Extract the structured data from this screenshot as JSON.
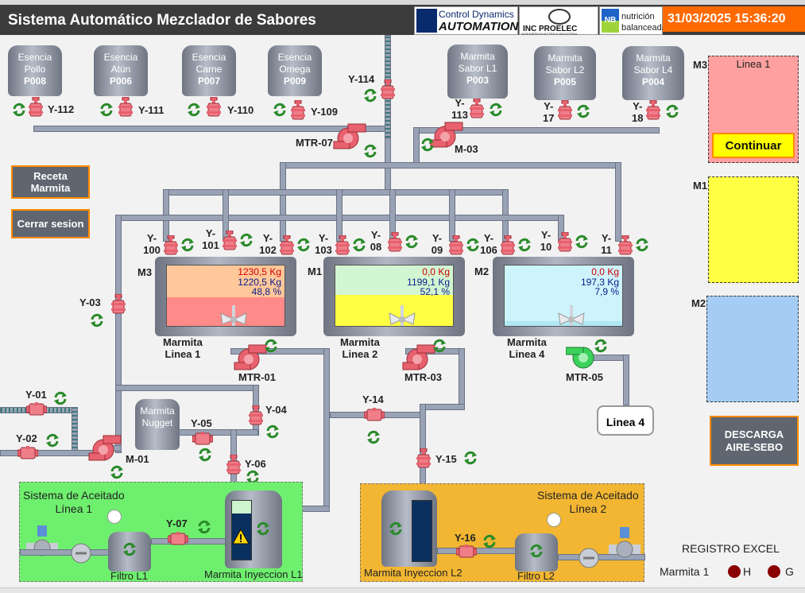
{
  "app": {
    "window_title": "SIMATIC WinCC Runtime Advanced",
    "header_title": "Sistema Automático Mezclador de Sabores",
    "datetime": "31/03/2025 15:36:20"
  },
  "logos": {
    "cd_line1": "Control Dynamics",
    "cd_line2": "AUTOMATION",
    "inc_line1": "INC PROELEC",
    "inc_line2": "INGENIERIA ELECTRICA INDUSTRIAL",
    "nb_line1": "nutrición",
    "nb_line2": "balanceada",
    "nb_mark": "NB"
  },
  "essence_tanks": [
    {
      "line1": "Esencia",
      "line2": "Pollo",
      "code": "P008",
      "valve": "Y-112"
    },
    {
      "line1": "Esencia",
      "line2": "Atún",
      "code": "P006",
      "valve": "Y-111"
    },
    {
      "line1": "Esencia",
      "line2": "Carne",
      "code": "P007",
      "valve": "Y-110"
    },
    {
      "line1": "Esencia",
      "line2": "Omega",
      "code": "P009",
      "valve": "Y-109"
    }
  ],
  "flavor_tanks": [
    {
      "line1": "Marmita",
      "line2": "Sabor L1",
      "code": "P003",
      "valve_a": "Y-",
      "valve_b": "113"
    },
    {
      "line1": "Marmita",
      "line2": "Sabor L2",
      "code": "P005",
      "valve_a": "Y-",
      "valve_b": "17"
    },
    {
      "line1": "Marmita",
      "line2": "Sabor L4",
      "code": "P004",
      "valve_a": "Y-",
      "valve_b": "18"
    }
  ],
  "valves_top": {
    "y114": "Y-114",
    "mtr07": "MTR-07",
    "m03": "M-03"
  },
  "mixer_valves": [
    {
      "a": "Y-",
      "b": "100"
    },
    {
      "a": "Y-",
      "b": "101"
    },
    {
      "a": "Y-",
      "b": "102"
    },
    {
      "a": "Y-",
      "b": "103"
    },
    {
      "a": "Y-",
      "b": "08"
    },
    {
      "a": "Y-",
      "b": "09"
    },
    {
      "a": "Y-",
      "b": "106"
    },
    {
      "a": "Y-",
      "b": "10"
    },
    {
      "a": "Y-",
      "b": "11"
    }
  ],
  "mixers": [
    {
      "tag": "M3",
      "v1": "1230,5 Kg",
      "v2": "1220,5 Kg",
      "v3": "48,8 %",
      "name1": "Marmita",
      "name2": "Linea 1",
      "pump": "MTR-01",
      "fill": 0.488
    },
    {
      "tag": "M1",
      "v1": "0,0 Kg",
      "v2": "1199,1 Kg",
      "v3": "52,1 %",
      "name1": "Marmita",
      "name2": "Linea 2",
      "pump": "MTR-03",
      "fill": 0.521
    },
    {
      "tag": "M2",
      "v1": "0,0 Kg",
      "v2": "197,3 Kg",
      "v3": "7,9 %",
      "name1": "Marmita",
      "name2": "Linea 4",
      "pump": "MTR-05",
      "fill": 0.079
    }
  ],
  "buttons": {
    "receta": "Receta Marmita",
    "cerrar": "Cerrar sesion",
    "continuar": "Continuar",
    "descarga1": "DESCARGA",
    "descarga2": "AIRE-SEBO",
    "linea4": "Linea 4"
  },
  "left_valves": {
    "y03": "Y-03",
    "y01": "Y-01",
    "y02": "Y-02",
    "m01": "M-01",
    "y05": "Y-05",
    "y04": "Y-04",
    "y06": "Y-06",
    "y14": "Y-14",
    "y15": "Y-15",
    "y07": "Y-07",
    "y16": "Y-16"
  },
  "nugget": {
    "line1": "Marmita",
    "line2": "Nugget"
  },
  "oil1": {
    "title1": "Sistema de Aceitado",
    "title2": "Línea 1",
    "filter": "Filtro L1",
    "tank": "Marmita Inyeccion L1"
  },
  "oil2": {
    "title1": "Sistema de Aceitado",
    "title2": "Línea 2",
    "filter": "Filtro L2",
    "tank": "Marmita Inyeccion L2"
  },
  "side": {
    "m3": "M3",
    "m3_title": "Linea 1",
    "m1": "M1",
    "m2": "M2"
  },
  "registro": {
    "title": "REGISTRO EXCEL",
    "row1": "Marmita 1",
    "h": "H",
    "g": "G"
  },
  "colors": {
    "header": "#3c3c3c",
    "accent": "#ff6a00",
    "pipe": "#9aa3b5",
    "valve": "#e8616e",
    "oil1": "#6ef06e",
    "oil2": "#f2b632",
    "m3": "#ffa0a0",
    "m1": "#ffff44",
    "m2": "#a4ccf4"
  }
}
